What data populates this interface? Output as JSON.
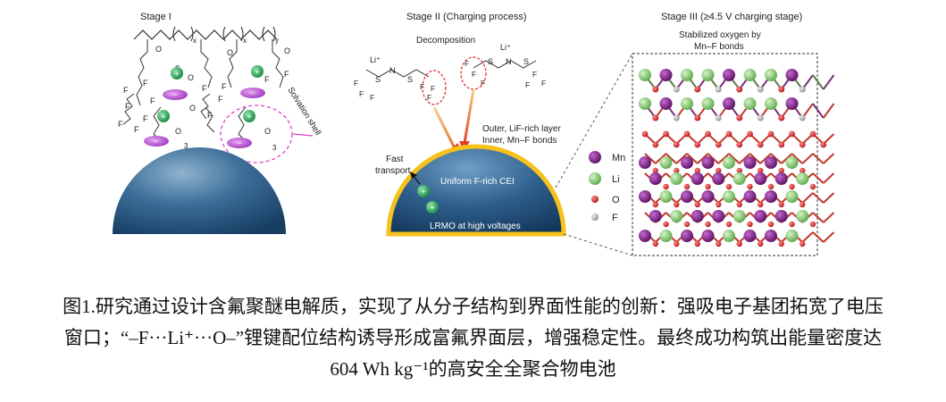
{
  "figure": {
    "stage1": {
      "title": "Stage I",
      "solvation_label": "Solvation shell",
      "atom_F": "F",
      "atom_O": "O",
      "sub_x": "x",
      "sub_y": "y",
      "sub_3": "3",
      "plus": "+",
      "minus": "−"
    },
    "stage2": {
      "title": "Stage II (Charging process)",
      "decomposition": "Decomposition",
      "li_plus": "Li⁺",
      "atom_N": "N",
      "atom_S": "S",
      "layer_outer": "Outer, LiF-rich layer",
      "layer_inner": "Inner, Mn–F bonds",
      "fast_transport_1": "Fast",
      "fast_transport_2": "transport",
      "cei": "Uniform F-rich CEI",
      "lrmo": "LRMO at high voltages"
    },
    "stage3": {
      "title": "Stage III (≥4.5 V charging stage)",
      "subtitle_1": "Stabilized oxygen by",
      "subtitle_2": "Mn–F bonds",
      "legend": [
        {
          "label": "Mn",
          "color": "#8a1f8c"
        },
        {
          "label": "Li",
          "color": "#7fc86a"
        },
        {
          "label": "O",
          "color": "#d8262c"
        },
        {
          "label": "F",
          "color": "#a9a9a9"
        }
      ]
    }
  },
  "caption": {
    "line1": "图1.研究通过设计含氟聚醚电解质，实现了从分子结构到界面性能的创新：强吸电子基团拓宽了电压",
    "line2": "窗口；“–F···Li⁺···O–”锂键配位结构诱导形成富氟界面层，增强稳定性。最终成功构筑出能量密度达",
    "line3": "604 Wh kg⁻¹的高安全全聚合物电池"
  }
}
